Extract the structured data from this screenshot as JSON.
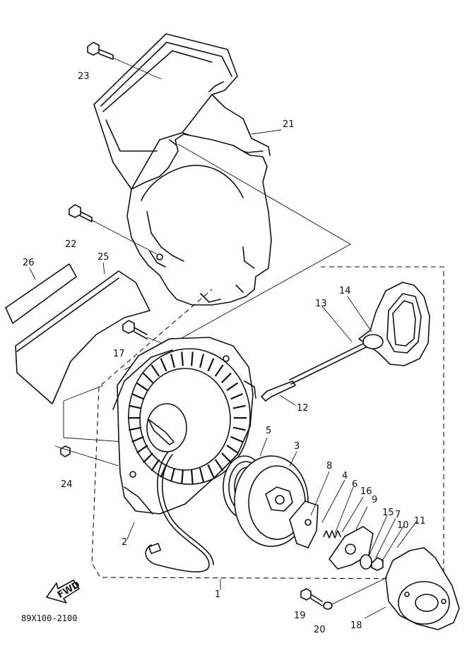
{
  "diagram": {
    "code": "89X100-2100",
    "fwd_label": "FWD",
    "callouts": [
      {
        "id": "c1",
        "text": "1"
      },
      {
        "id": "c2",
        "text": "2"
      },
      {
        "id": "c3",
        "text": "3"
      },
      {
        "id": "c4",
        "text": "4"
      },
      {
        "id": "c5",
        "text": "5"
      },
      {
        "id": "c6",
        "text": "6"
      },
      {
        "id": "c7",
        "text": "7"
      },
      {
        "id": "c8",
        "text": "8"
      },
      {
        "id": "c9",
        "text": "9"
      },
      {
        "id": "c10",
        "text": "10"
      },
      {
        "id": "c11",
        "text": "11"
      },
      {
        "id": "c12",
        "text": "12"
      },
      {
        "id": "c13",
        "text": "13"
      },
      {
        "id": "c14",
        "text": "14"
      },
      {
        "id": "c15",
        "text": "15"
      },
      {
        "id": "c16",
        "text": "16"
      },
      {
        "id": "c17",
        "text": "17"
      },
      {
        "id": "c18",
        "text": "18"
      },
      {
        "id": "c19",
        "text": "19"
      },
      {
        "id": "c20",
        "text": "20"
      },
      {
        "id": "c21",
        "text": "21"
      },
      {
        "id": "c22",
        "text": "22"
      },
      {
        "id": "c23",
        "text": "23"
      },
      {
        "id": "c24",
        "text": "24"
      },
      {
        "id": "c25",
        "text": "25"
      },
      {
        "id": "c26",
        "text": "26"
      }
    ]
  }
}
